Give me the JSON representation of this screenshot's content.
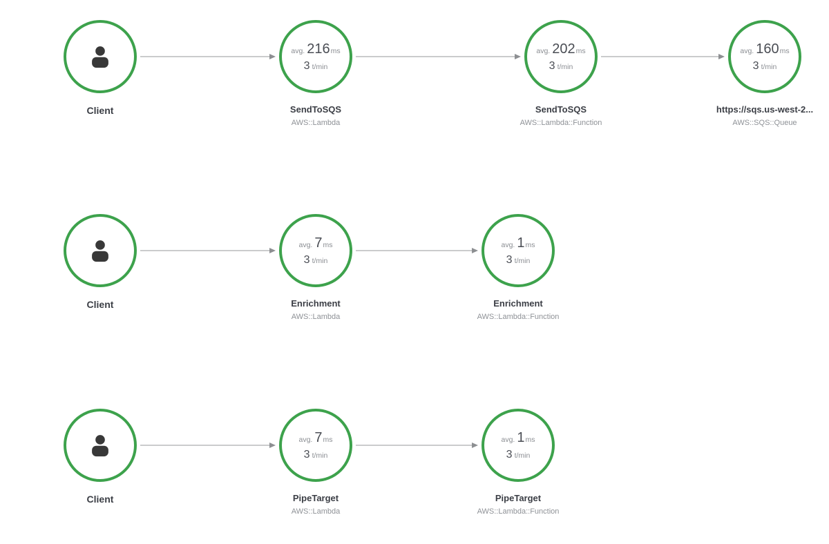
{
  "map": {
    "rows": [
      {
        "nodes": [
          {
            "label": "Client"
          },
          {
            "label": "SendToSQS",
            "type": "AWS::Lambda",
            "avg_prefix": "avg.",
            "avg": "216",
            "avg_unit": "ms",
            "rate": "3",
            "rate_unit": "t/min"
          },
          {
            "label": "SendToSQS",
            "type": "AWS::Lambda::Function",
            "avg_prefix": "avg.",
            "avg": "202",
            "avg_unit": "ms",
            "rate": "3",
            "rate_unit": "t/min"
          },
          {
            "label": "https://sqs.us-west-2...",
            "type": "AWS::SQS::Queue",
            "avg_prefix": "avg.",
            "avg": "160",
            "avg_unit": "ms",
            "rate": "3",
            "rate_unit": "t/min"
          }
        ]
      },
      {
        "nodes": [
          {
            "label": "Client"
          },
          {
            "label": "Enrichment",
            "type": "AWS::Lambda",
            "avg_prefix": "avg.",
            "avg": "7",
            "avg_unit": "ms",
            "rate": "3",
            "rate_unit": "t/min"
          },
          {
            "label": "Enrichment",
            "type": "AWS::Lambda::Function",
            "avg_prefix": "avg.",
            "avg": "1",
            "avg_unit": "ms",
            "rate": "3",
            "rate_unit": "t/min"
          }
        ]
      },
      {
        "nodes": [
          {
            "label": "Client"
          },
          {
            "label": "PipeTarget",
            "type": "AWS::Lambda",
            "avg_prefix": "avg.",
            "avg": "7",
            "avg_unit": "ms",
            "rate": "3",
            "rate_unit": "t/min"
          },
          {
            "label": "PipeTarget",
            "type": "AWS::Lambda::Function",
            "avg_prefix": "avg.",
            "avg": "1",
            "avg_unit": "ms",
            "rate": "3",
            "rate_unit": "t/min"
          }
        ]
      }
    ]
  },
  "colors": {
    "node_ring": "#3da24c",
    "edge_line": "#b9babc",
    "edge_arrowhead": "#8d8f92",
    "node_label": "#3b3e45",
    "node_type": "#8e9196",
    "metric_number": "#4a4d54",
    "metric_unit": "#8a8d92",
    "person_icon": "#383838",
    "background": "#ffffff"
  }
}
